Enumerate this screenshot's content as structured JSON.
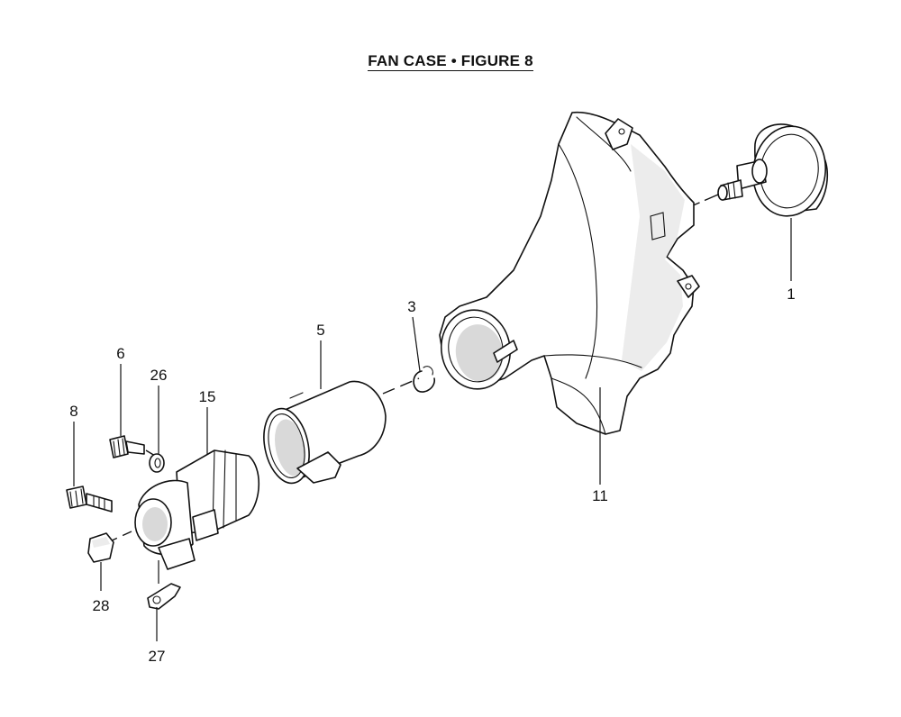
{
  "title": "FAN CASE  •  FIGURE 8",
  "parts": [
    {
      "id": "1",
      "label": "1"
    },
    {
      "id": "3",
      "label": "3"
    },
    {
      "id": "5",
      "label": "5"
    },
    {
      "id": "6",
      "label": "6"
    },
    {
      "id": "8",
      "label": "8"
    },
    {
      "id": "11",
      "label": "11"
    },
    {
      "id": "15",
      "label": "15"
    },
    {
      "id": "26",
      "label": "26"
    },
    {
      "id": "27",
      "label": "27"
    },
    {
      "id": "28",
      "label": "28"
    }
  ]
}
